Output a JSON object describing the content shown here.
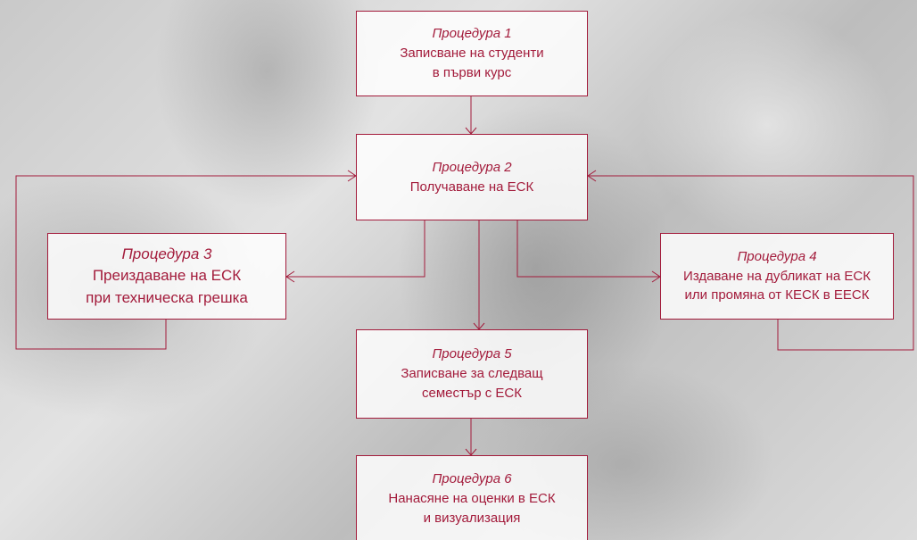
{
  "colors": {
    "accent": "#a31b3b",
    "box_fill": "#ffffff"
  },
  "procedures": {
    "p1": {
      "number": "Процедура 1",
      "lines": [
        "Записване на студенти",
        "в първи курс"
      ]
    },
    "p2": {
      "number": "Процедура 2",
      "lines": [
        "Получаване на ЕСК"
      ]
    },
    "p3": {
      "number": "Процедура 3",
      "lines": [
        "Преиздаване на ЕСК",
        "при техническа грешка"
      ]
    },
    "p4": {
      "number": "Процедура 4",
      "lines": [
        "Издаване на дубликат на ЕСК",
        "или промяна от КЕСК в ЕЕСК"
      ]
    },
    "p5": {
      "number": "Процедура 5",
      "lines": [
        "Записване за следващ",
        "семестър с ЕСК"
      ]
    },
    "p6": {
      "number": "Процедура 6",
      "lines": [
        "Нанасяне на оценки в ЕСК",
        "и визуализация"
      ]
    }
  }
}
